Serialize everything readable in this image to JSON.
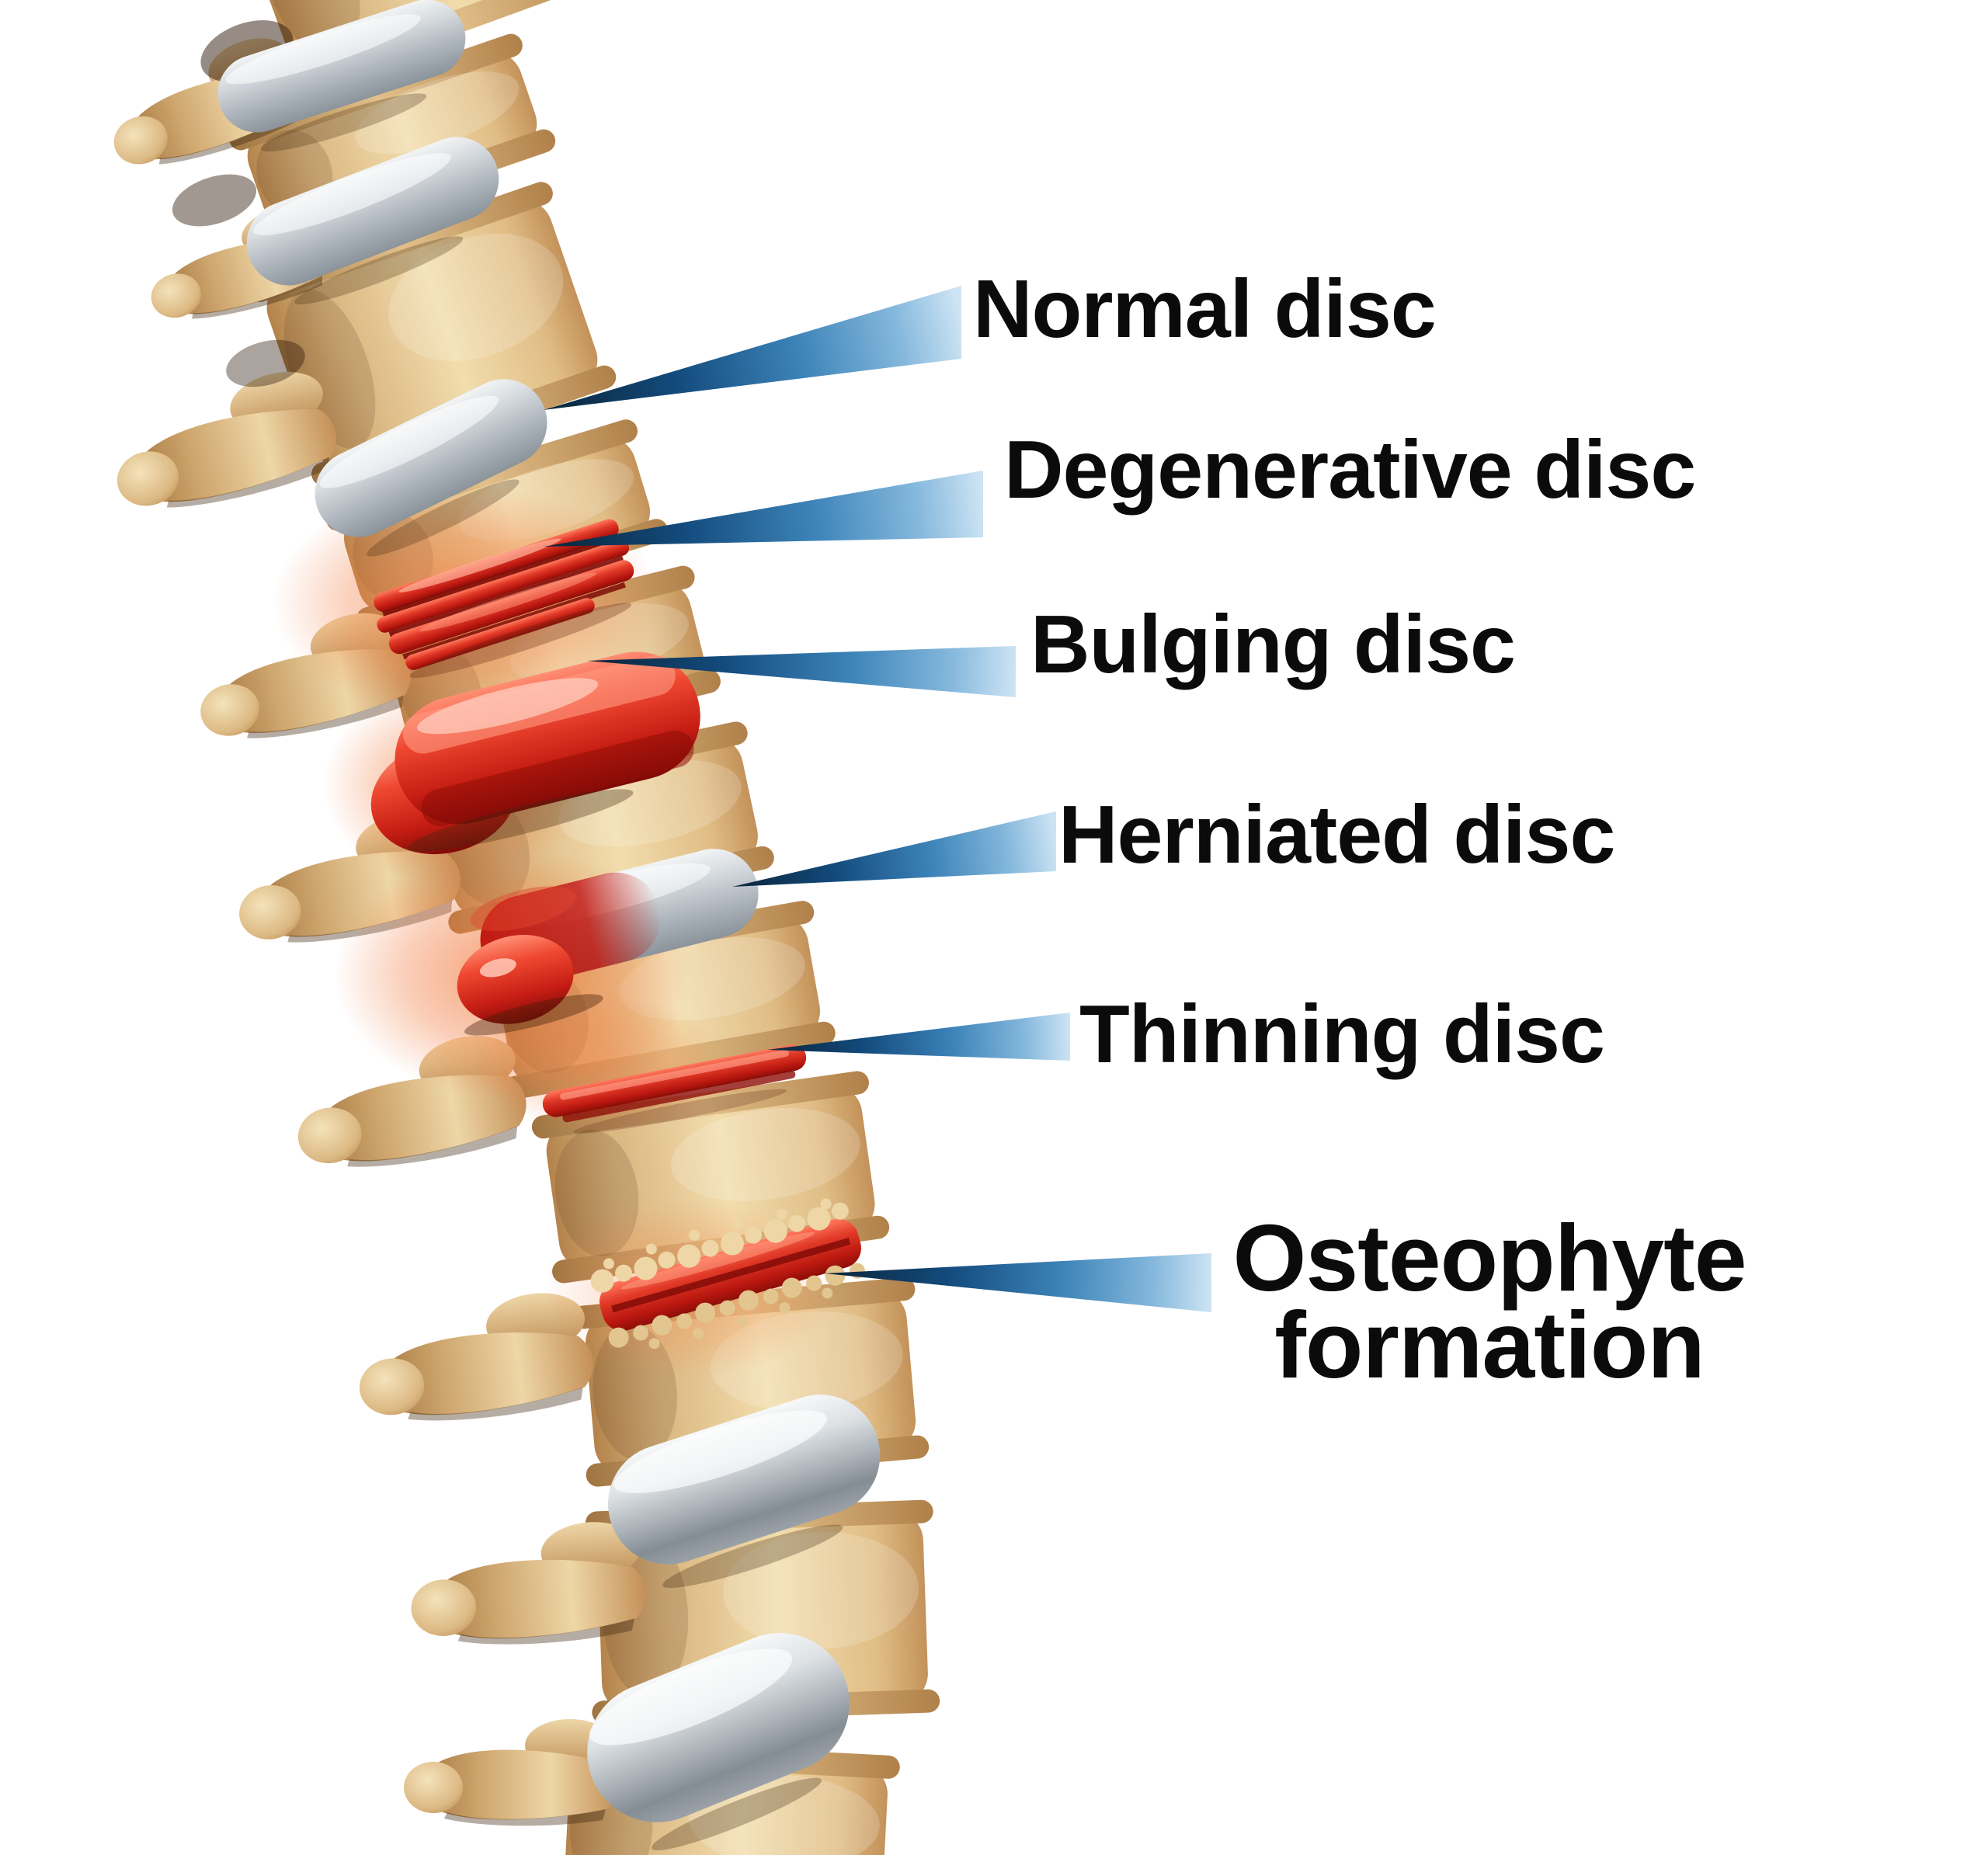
{
  "labels": [
    {
      "id": "normal-disc",
      "text": "Normal disc"
    },
    {
      "id": "degenerative-disc",
      "text": "Degenerative disc"
    },
    {
      "id": "bulging-disc",
      "text": "Bulging disc"
    },
    {
      "id": "herniated-disc",
      "text": "Herniated disc"
    },
    {
      "id": "thinning-disc",
      "text": "Thinning disc"
    },
    {
      "id": "osteophyte-formation",
      "text": "Osteophyte formation",
      "line1": "Osteophyte",
      "line2": "formation"
    }
  ],
  "colors": {
    "background": "#ffffff",
    "label_text": "#0b0b0b",
    "pointer_tip_navy": "#0a2438",
    "pointer_end_light": "#cde4f4",
    "bone_highlight": "#f2ddad",
    "bone_mid": "#e0bd85",
    "bone_shadow": "#b3834b",
    "disc_gray": "#b1b8bf",
    "disc_silver_highlight": "#f6f8f9",
    "disc_red_bright": "#e23a28",
    "disc_red_dark": "#8c0e08",
    "inflammation_orange": "#f28046"
  }
}
